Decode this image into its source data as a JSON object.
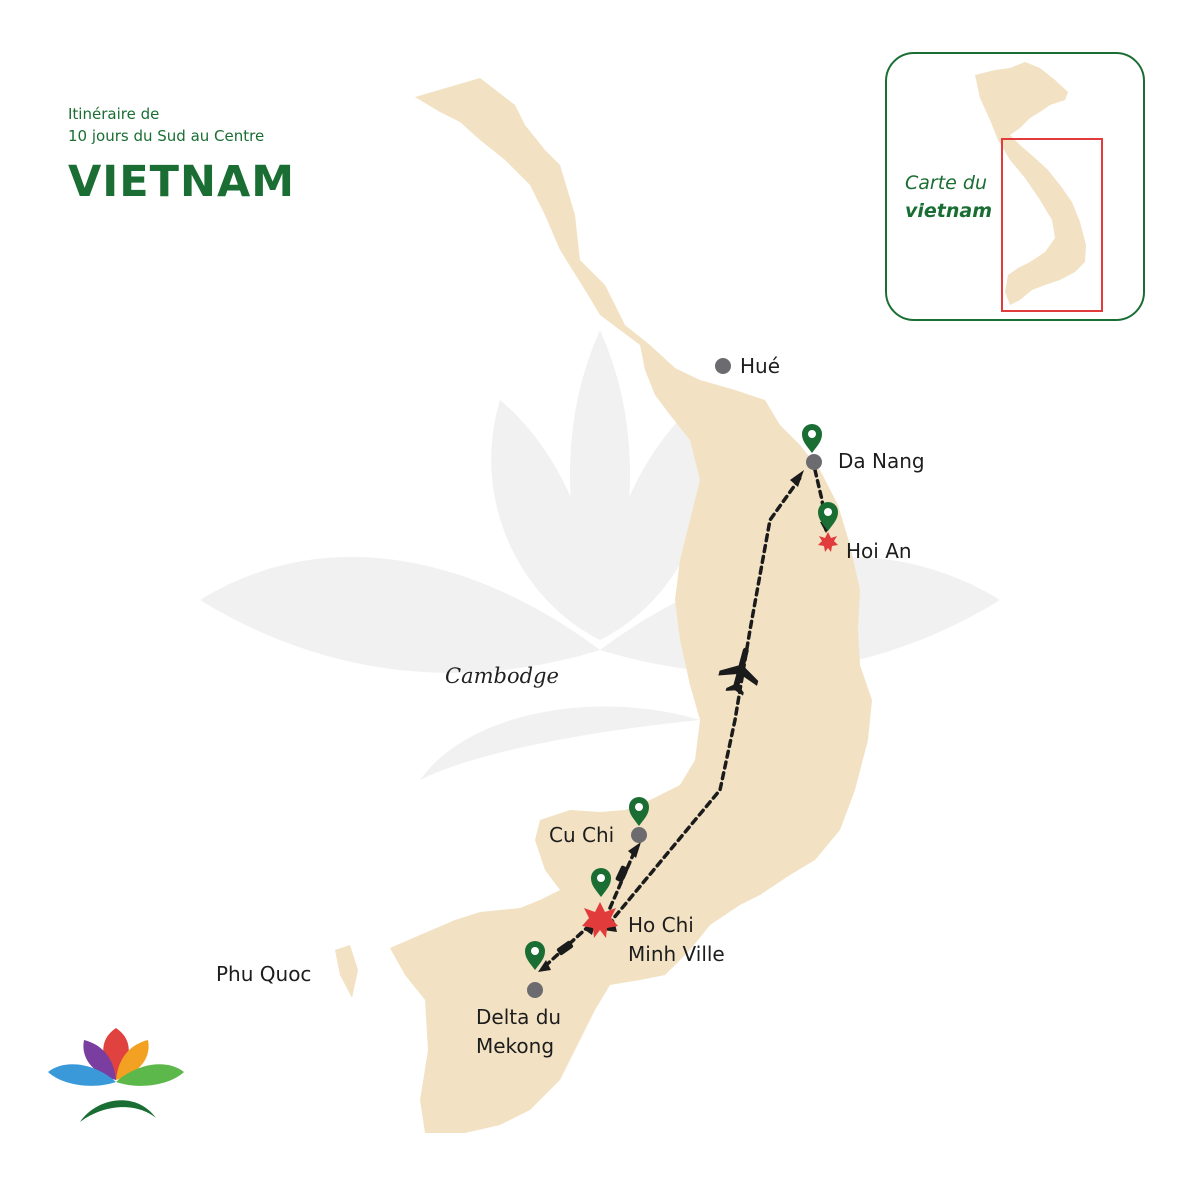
{
  "header": {
    "subtitle_line1": "Itinéraire de",
    "subtitle_line2": "10 jours du Sud au Centre",
    "title": "VIETNAM"
  },
  "inset": {
    "line1": "Carte du",
    "line2": "vietnam"
  },
  "countries": {
    "cambodia": "Cambodge"
  },
  "places": {
    "hue": "Hué",
    "da_nang": "Da Nang",
    "hoi_an": "Hoi An",
    "cu_chi": "Cu Chi",
    "hcmc_line1": "Ho Chi",
    "hcmc_line2": "Minh Ville",
    "mekong_line1": "Delta du",
    "mekong_line2": "Mekong",
    "phu_quoc": "Phu Quoc"
  },
  "colors": {
    "land": "#f2e2c3",
    "brand_green": "#1a6e33",
    "highlight_red": "#e23b3b",
    "city_dot": "#6c6c70",
    "route": "#1b1b1b",
    "watermark": "#f1f1f1"
  },
  "icons": {
    "pin": "map-pin-icon",
    "plane": "airplane-icon",
    "highlight": "star-burst-icon",
    "logo": "lotus-logo-icon"
  }
}
